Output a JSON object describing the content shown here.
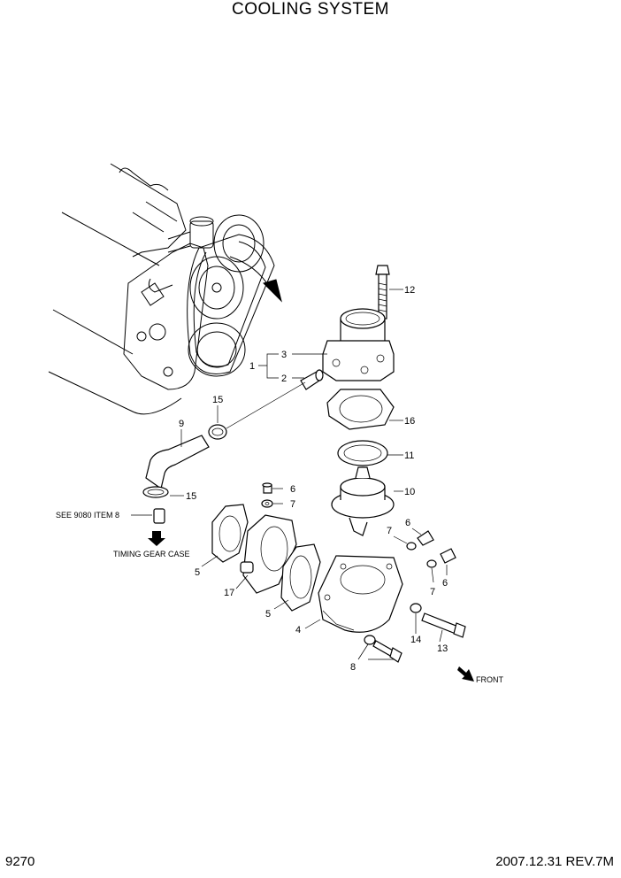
{
  "header": {
    "title": "COOLING SYSTEM"
  },
  "footer": {
    "page_number": "9270",
    "revision": "2007.12.31  REV.7M"
  },
  "callouts": {
    "c1": "1",
    "c2": "2",
    "c3": "3",
    "c4": "4",
    "c5a": "5",
    "c5b": "5",
    "c6a": "6",
    "c6b": "6",
    "c6c": "6",
    "c7a": "7",
    "c7b": "7",
    "c7c": "7",
    "c8": "8",
    "c9": "9",
    "c10": "10",
    "c11": "11",
    "c12": "12",
    "c13": "13",
    "c14": "14",
    "c15a": "15",
    "c15b": "15",
    "c16": "16",
    "c17": "17"
  },
  "notes": {
    "see_ref": "SEE 9080 ITEM 8",
    "timing_gear_case": "TIMING GEAR CASE",
    "front": "FRONT"
  }
}
